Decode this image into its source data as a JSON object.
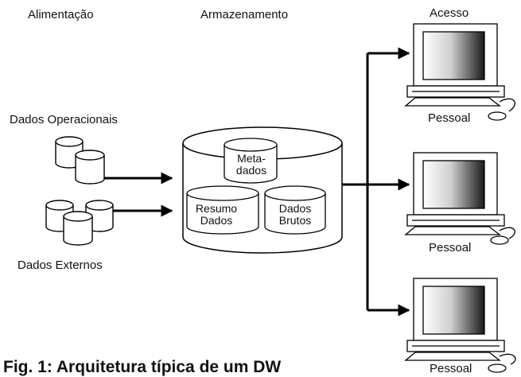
{
  "headers": {
    "feed": "Alimentação",
    "storage": "Armazenamento",
    "access": "Acesso"
  },
  "sources": {
    "operational": "Dados Operacionais",
    "external": "Dados Externos"
  },
  "warehouse": {
    "metadata": "Meta-\ndados",
    "summary": "Resumo\nDados",
    "raw": "Dados\nBrutos"
  },
  "clients": [
    {
      "label": "Pessoal"
    },
    {
      "label": "Pessoal"
    },
    {
      "label": "Pessoal"
    }
  ],
  "caption": "Fig. 1: Arquitetura típica de um DW"
}
